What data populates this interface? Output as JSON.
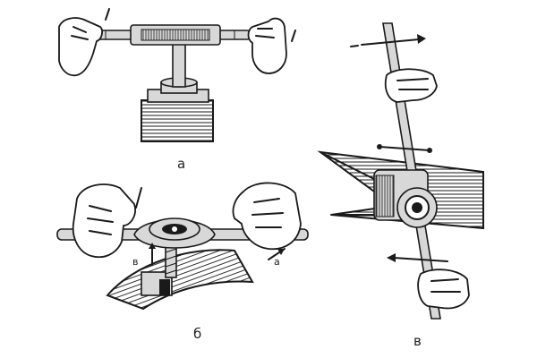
{
  "figure": {
    "panels": [
      {
        "id": "a",
        "label": "а"
      },
      {
        "id": "b",
        "label": "б",
        "arrow_labels": [
          "в",
          "а"
        ]
      },
      {
        "id": "v",
        "label": "в"
      }
    ]
  }
}
